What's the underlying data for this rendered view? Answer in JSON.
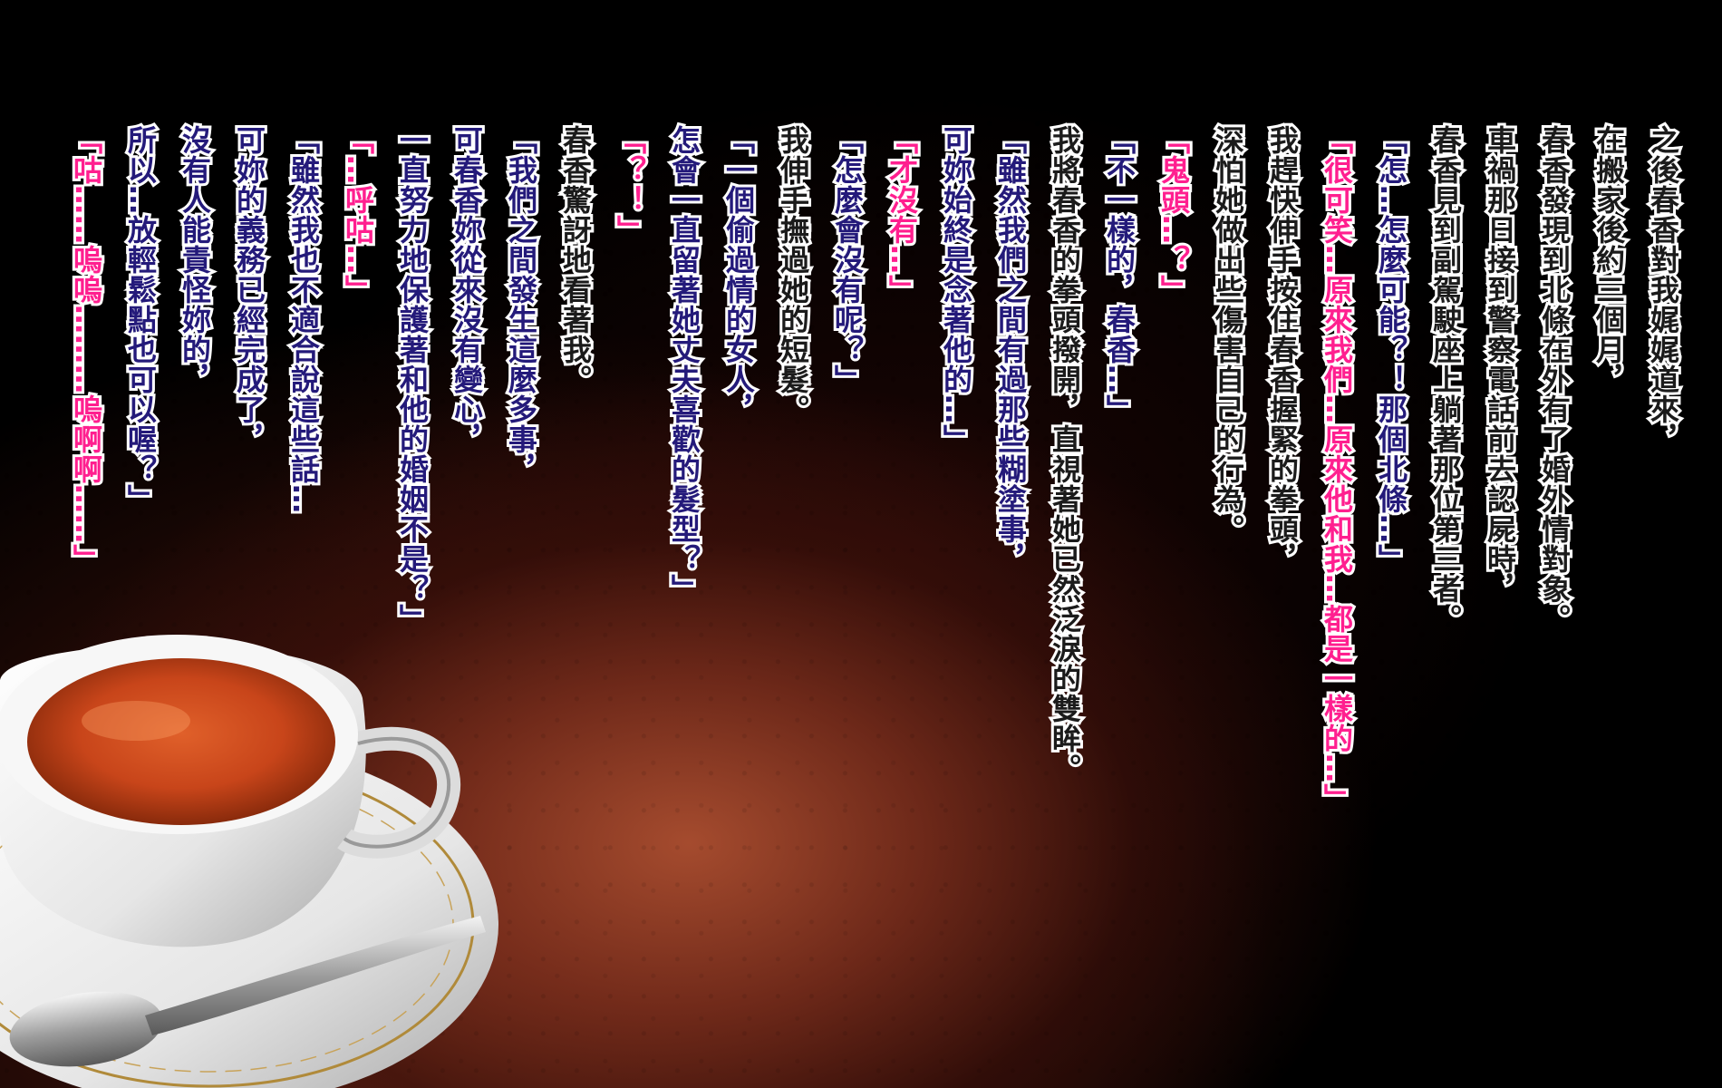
{
  "lines": [
    {
      "id": "col-01",
      "style": "narr",
      "text": "之後春香對我娓娓道來，"
    },
    {
      "id": "col-02",
      "style": "narr",
      "text": "在搬家後約三個月，"
    },
    {
      "id": "col-03",
      "style": "narr",
      "text": "春香發現到北條在外有了婚外情對象。"
    },
    {
      "id": "col-04",
      "style": "narr",
      "text": "車禍那日接到警察電話前去認屍時，"
    },
    {
      "id": "col-05",
      "style": "narr",
      "text": "春香見到副駕駛座上躺著那位第三者。"
    },
    {
      "id": "col-06",
      "style": "spk",
      "text": "「怎…怎麼可能？！那個北條…」"
    },
    {
      "id": "col-07",
      "style": "pink",
      "text": "「很可笑…原來我們…原來他和我…都是一樣的…」"
    },
    {
      "id": "col-08",
      "style": "narr",
      "text": "我趕快伸手按住春香握緊的拳頭，"
    },
    {
      "id": "col-09",
      "style": "narr",
      "text": "深怕她做出些傷害自己的行為。"
    },
    {
      "id": "col-10",
      "style": "pink",
      "text": "「鬼頭…？」"
    },
    {
      "id": "col-11",
      "style": "spk",
      "text": "「不一樣的，春香…」"
    },
    {
      "id": "col-12",
      "style": "narr",
      "text": "我將春香的拳頭撥開，直視著她已然泛淚的雙眸。"
    },
    {
      "id": "col-13",
      "style": "spk",
      "text": "「雖然我們之間有過那些糊塗事，"
    },
    {
      "id": "col-14",
      "style": "spk",
      "text": "可妳始終是念著他的…」"
    },
    {
      "id": "col-15",
      "style": "pink",
      "text": "「才沒有…」"
    },
    {
      "id": "col-16",
      "style": "spk",
      "text": "「怎麼會沒有呢？」"
    },
    {
      "id": "col-17",
      "style": "narr",
      "text": "我伸手撫過她的短髮。"
    },
    {
      "id": "col-18",
      "style": "spk",
      "text": "「一個偷過情的女人，"
    },
    {
      "id": "col-19",
      "style": "spk",
      "text": "怎會一直留著她丈夫喜歡的髮型？」"
    },
    {
      "id": "col-20",
      "style": "pink",
      "text": "「？！」"
    },
    {
      "id": "col-21",
      "style": "narr",
      "text": "春香驚訝地看著我。"
    },
    {
      "id": "col-22",
      "style": "spk",
      "text": "「我們之間發生這麼多事，"
    },
    {
      "id": "col-23",
      "style": "spk",
      "text": "可春香妳從來沒有變心，"
    },
    {
      "id": "col-24",
      "style": "spk",
      "text": "一直努力地保護著和他的婚姻不是？」"
    },
    {
      "id": "col-25",
      "style": "pink",
      "text": "「…呼咕…」"
    },
    {
      "id": "col-26",
      "style": "spk",
      "text": "「雖然我也不適合說這些話…"
    },
    {
      "id": "col-27",
      "style": "spk",
      "text": "可妳的義務已經完成了，"
    },
    {
      "id": "col-28",
      "style": "spk",
      "text": "沒有人能責怪妳的，"
    },
    {
      "id": "col-29",
      "style": "spk",
      "text": "所以…放輕鬆點也可以喔？」"
    },
    {
      "id": "col-30",
      "style": "pink",
      "text": "「咕……嗚嗚………嗚啊啊……」"
    }
  ],
  "colors": {
    "narration": "#1b1b1b",
    "dialogue": "#241a7a",
    "emphasis": "#ff1f8f",
    "outline": "#ffffff",
    "background": "#000000",
    "glow": "#aa4e30",
    "tea": "#c8451a"
  },
  "decor": {
    "object": "teacup-on-saucer-with-spoon"
  }
}
